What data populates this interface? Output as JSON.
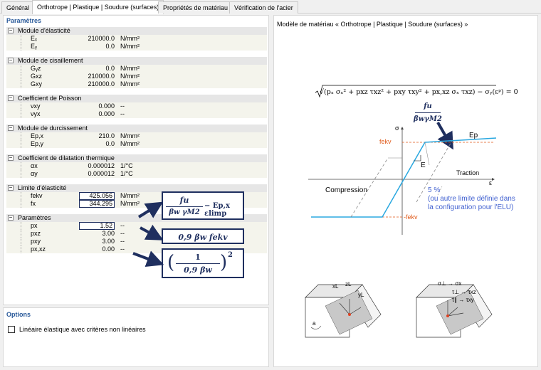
{
  "tabs": [
    "Général",
    "Orthotrope | Plastique | Soudure (surfaces)",
    "Propriétés de matériau",
    "Vérification de l'acier"
  ],
  "params_title": "Paramètres",
  "groups": [
    {
      "label": "Module d'élasticité",
      "rows": [
        {
          "sym": "Eₓ",
          "val": "210000.0",
          "unit": "N/mm²"
        },
        {
          "sym": "Eᵧ",
          "val": "0.0",
          "unit": "N/mm²"
        }
      ]
    },
    {
      "label": "Module de cisaillement",
      "rows": [
        {
          "sym": "Gᵧz",
          "val": "0.0",
          "unit": "N/mm²"
        },
        {
          "sym": "Gxz",
          "val": "210000.0",
          "unit": "N/mm²"
        },
        {
          "sym": "Gxy",
          "val": "210000.0",
          "unit": "N/mm²"
        }
      ]
    },
    {
      "label": "Coefficient de Poisson",
      "rows": [
        {
          "sym": "νxy",
          "val": "0.000",
          "unit": "--"
        },
        {
          "sym": "νyx",
          "val": "0.000",
          "unit": "--"
        }
      ]
    },
    {
      "label": "Module de durcissement",
      "rows": [
        {
          "sym": "Ep,x",
          "val": "210.0",
          "unit": "N/mm²"
        },
        {
          "sym": "Ep,y",
          "val": "0.0",
          "unit": "N/mm²"
        }
      ]
    },
    {
      "label": "Coefficient de dilatation thermique",
      "rows": [
        {
          "sym": "αx",
          "val": "0.000012",
          "unit": "1/°C"
        },
        {
          "sym": "αy",
          "val": "0.000012",
          "unit": "1/°C"
        }
      ]
    },
    {
      "label": "Limite d'élasticité",
      "rows": [
        {
          "sym": "fekv",
          "val": "425.056",
          "unit": "N/mm²",
          "boxed": true
        },
        {
          "sym": "fx",
          "val": "344.295",
          "unit": "N/mm²",
          "boxed": true
        }
      ]
    },
    {
      "label": "Paramètres",
      "rows": [
        {
          "sym": "px",
          "val": "1.52",
          "unit": "--",
          "boxed": true
        },
        {
          "sym": "pxz",
          "val": "3.00",
          "unit": "--"
        },
        {
          "sym": "pxy",
          "val": "3.00",
          "unit": "--"
        },
        {
          "sym": "px,xz",
          "val": "0.00",
          "unit": "--"
        }
      ]
    }
  ],
  "formulas": {
    "f1_num": "fu",
    "f1_den": "βw γM2",
    "f1_tail": "− Ep,x εlimp",
    "f2": "0,9 βw fekv",
    "f3_num": "1",
    "f3_den": "0,9 βw",
    "f3_exp": "2"
  },
  "options_title": "Options",
  "option_checkbox_label": "Linéaire élastique avec critères non linéaires",
  "diagram": {
    "title": "Modèle de matériau « Orthotrope | Plastique | Soudure (surfaces) »",
    "equation": "√(pₓ σₓ² + pxz τxz² + pxy τxy² + px,xz σₓ τxz) − σᵧ(εᵖ) = 0",
    "frac_num": "fu",
    "frac_den": "βwγM2",
    "sigma": "σ",
    "epsilon": "ε",
    "fekv": "fekv",
    "neg_fekv": "-fekv",
    "ep": "Ep",
    "e": "E",
    "traction": "Traction",
    "compression": "Compression",
    "percent": "5 %",
    "note1": "(ou autre limite définie dans",
    "note2": "la configuration pour l'ELU)",
    "left3d": {
      "xl": "xL",
      "zl": "zL",
      "yl": "yL",
      "a": "a"
    },
    "right3d": {
      "s1": "σ⊥ → σx",
      "t1": "τ⊥ → τxz",
      "t2": "τ∥ → τxy"
    }
  },
  "colors": {
    "accent": "#2a5a9a",
    "navy": "#1f2f5f",
    "cyan": "#2aa8e0",
    "orange": "#e05a1a",
    "blue_note": "#4060d0"
  }
}
